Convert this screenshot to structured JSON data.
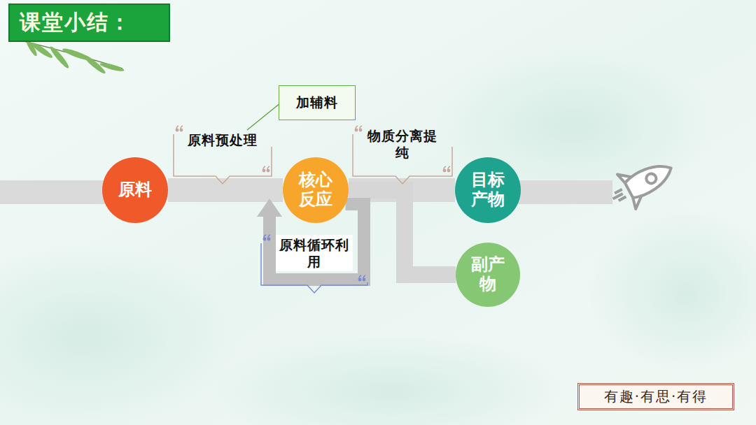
{
  "diagram": {
    "title": "课堂小结：",
    "nodes": [
      {
        "text": [
          "原料"
        ]
      },
      {
        "text": [
          "原料预处理"
        ]
      },
      {
        "text": [
          "加辅料"
        ]
      },
      {
        "text": [
          "核心反应"
        ]
      },
      {
        "text": [
          "原料循环利用"
        ]
      },
      {
        "text": [
          "物质分离提纯"
        ]
      },
      {
        "text": [
          "目标产物"
        ]
      },
      {
        "text": [
          "副产物"
        ]
      },
      {
        "text": [
          "有趣·有思·有得"
        ]
      }
    ],
    "edges": [
      {
        "from": 0,
        "to": 3,
        "arrow": "none"
      },
      {
        "from": 3,
        "to": 6,
        "arrow": "none"
      },
      {
        "from": 3,
        "to": 7,
        "arrow": "none"
      },
      {
        "from": 3,
        "to": 3,
        "arrow": "to"
      },
      {
        "from": 2,
        "to": 1,
        "arrow": "none"
      }
    ]
  }
}
